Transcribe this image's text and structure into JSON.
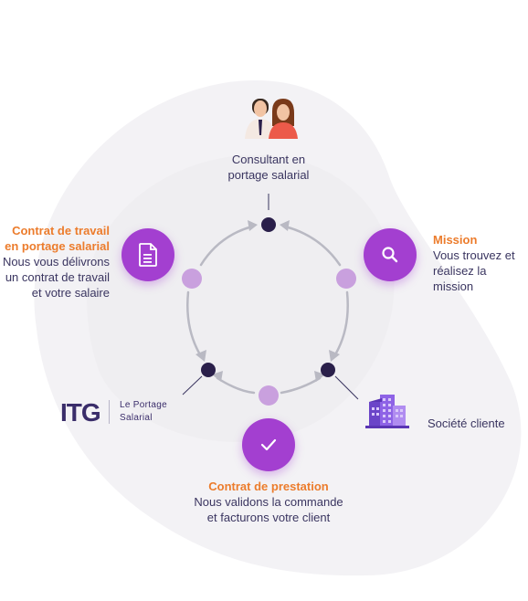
{
  "colors": {
    "accent_purple": "#a33fd0",
    "light_purple": "#c9a0de",
    "dark_node": "#2a1f4a",
    "orange": "#ec7c2c",
    "text": "#3a3560",
    "arrow_gray": "#b9b9c3"
  },
  "consultant": {
    "icon": "consultant-couple-icon",
    "label_line1": "Consultant en",
    "label_line2": "portage salarial"
  },
  "contrat_travail": {
    "icon": "document-icon",
    "title_line1": "Contrat de travail",
    "title_line2": "en portage salarial",
    "desc_line1": "Nous vous délivrons",
    "desc_line2": "un contrat de travail",
    "desc_line3": "et votre salaire"
  },
  "mission": {
    "icon": "search-icon",
    "title": "Mission",
    "desc_line1": "Vous trouvez et",
    "desc_line2": "réalisez la mission"
  },
  "itg": {
    "logo_text": "ITG",
    "sub_line1": "Le Portage",
    "sub_line2": "Salarial"
  },
  "societe": {
    "icon": "building-icon",
    "label": "Société cliente"
  },
  "contrat_prestation": {
    "icon": "check-icon",
    "title": "Contrat de prestation",
    "desc_line1": "Nous validons la commande",
    "desc_line2": "et facturons votre client"
  }
}
